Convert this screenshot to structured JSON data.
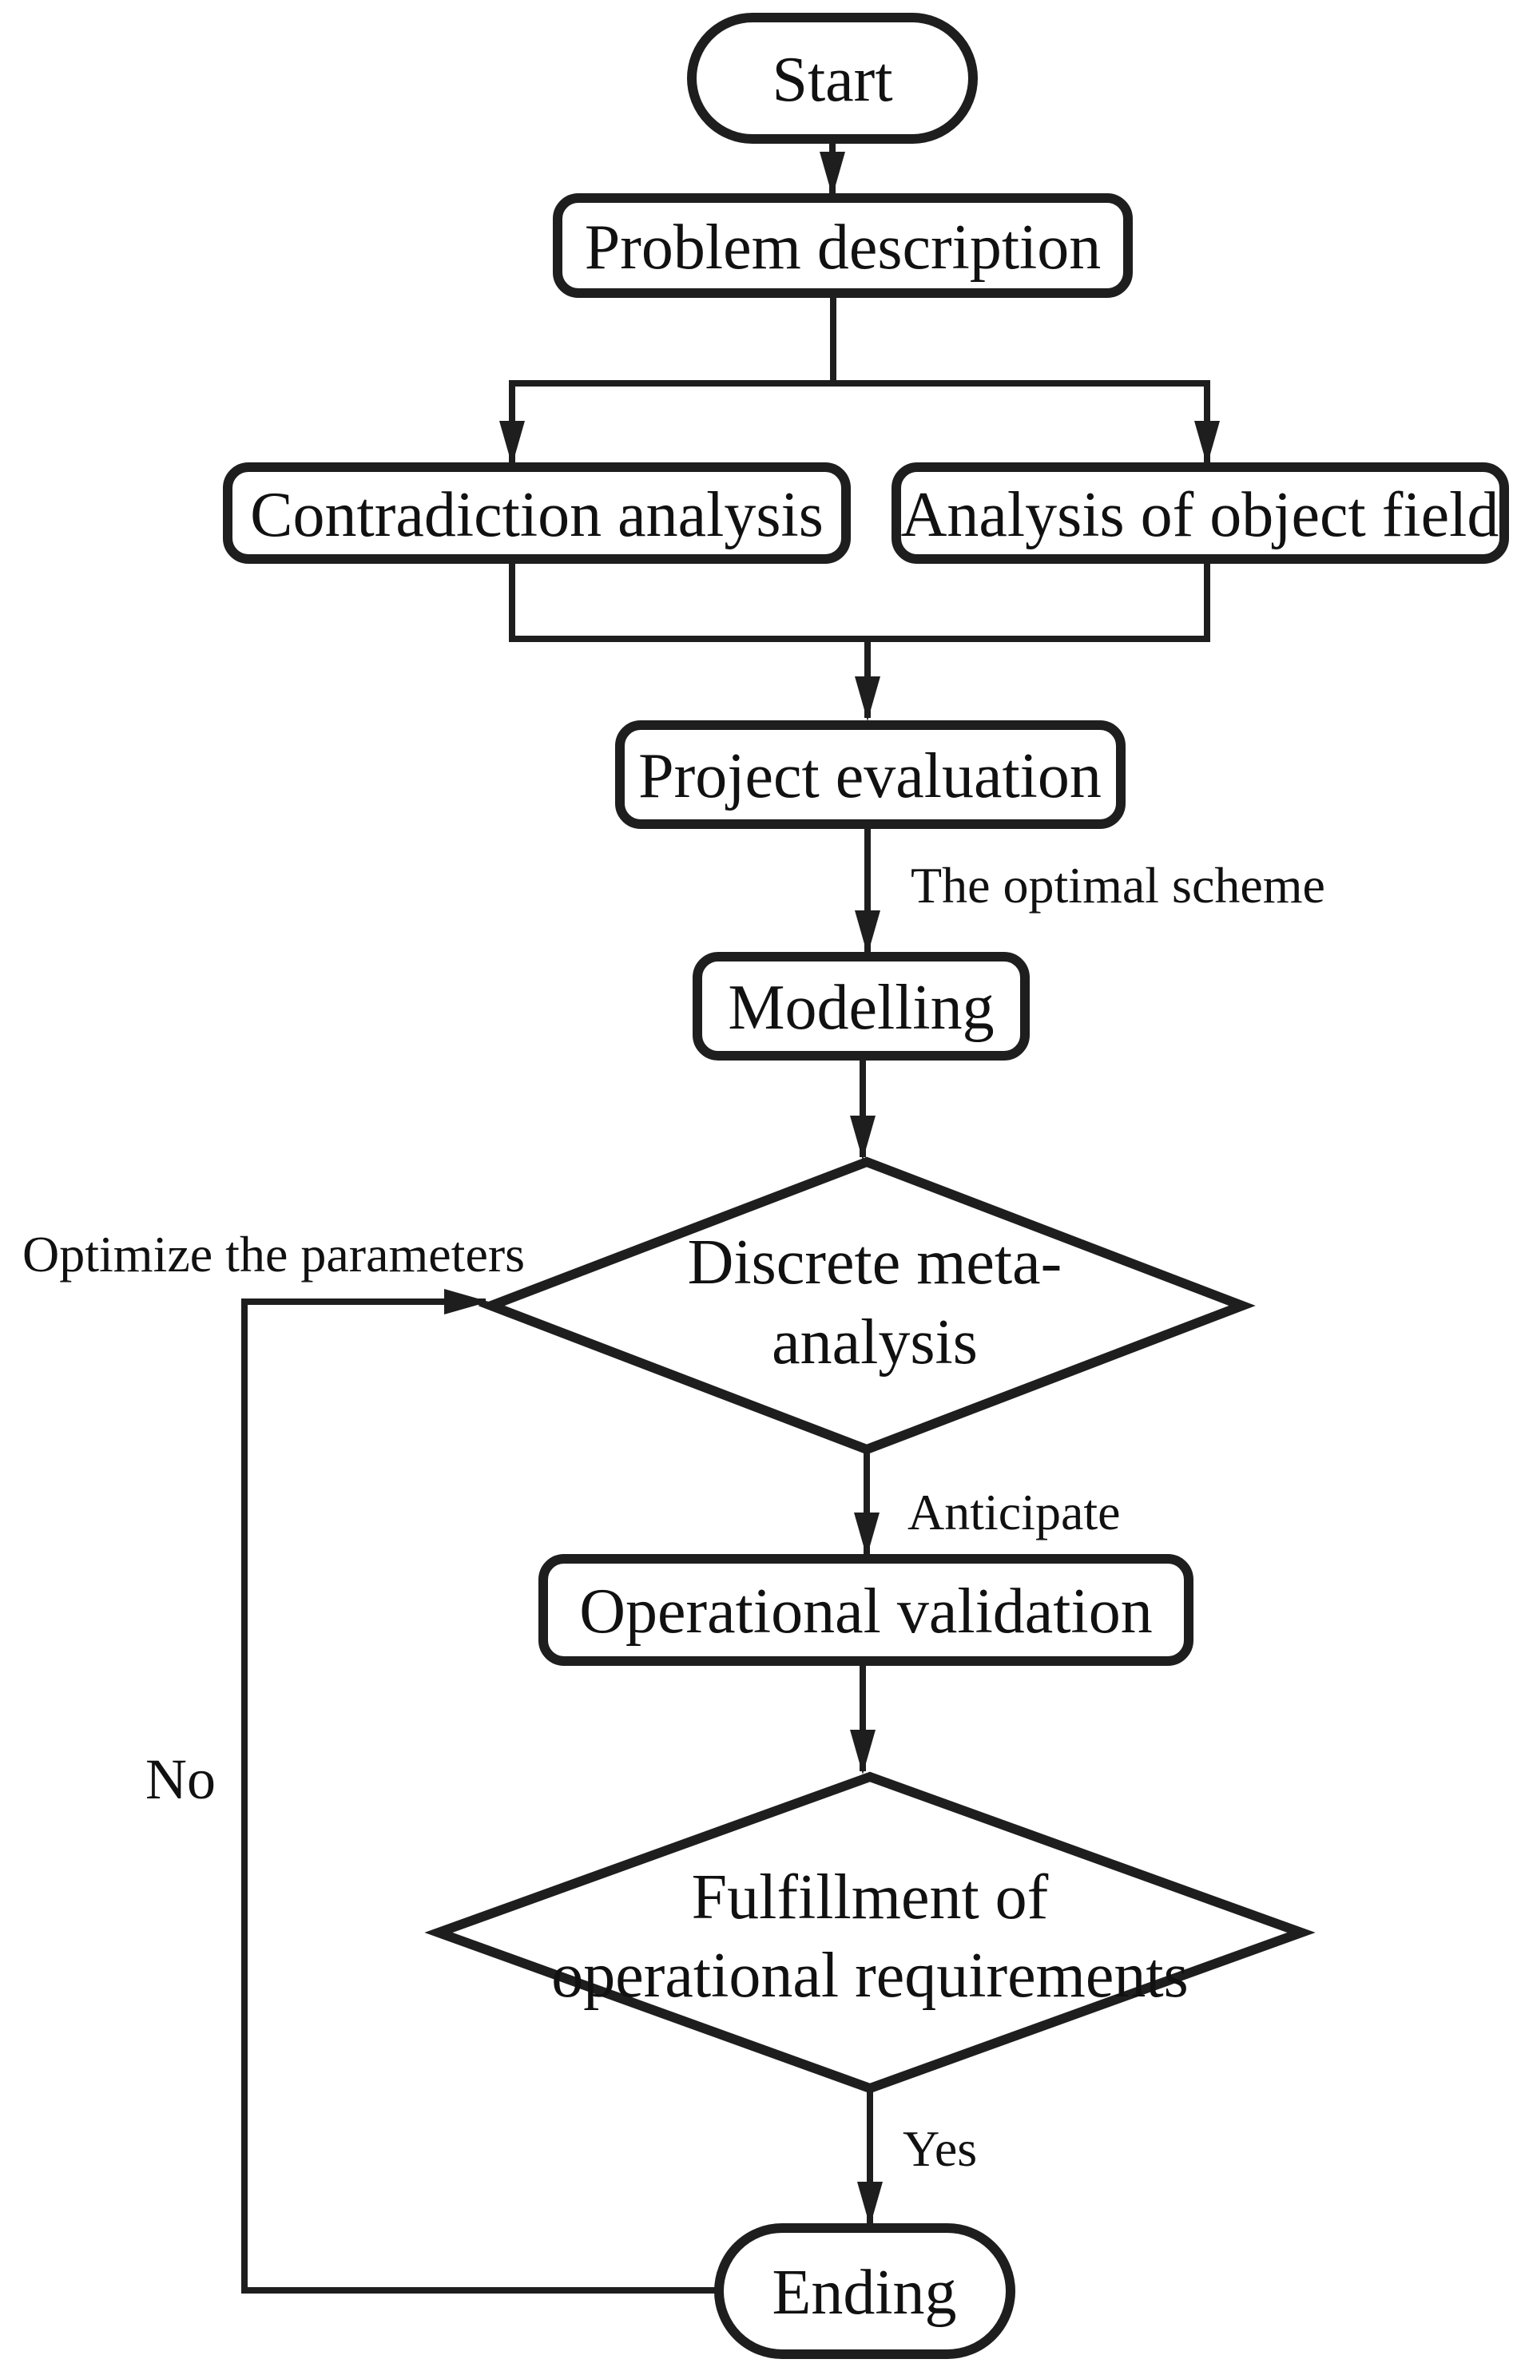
{
  "flowchart": {
    "colors": {
      "stroke": "#1e1e1e",
      "shape_fill": "#ffffff",
      "background": "#ffffff",
      "text": "#111111"
    },
    "nodes": {
      "start": {
        "type": "terminator",
        "label": "Start"
      },
      "problem_description": {
        "type": "process",
        "label": "Problem description"
      },
      "contradiction_analysis": {
        "type": "process",
        "label": "Contradiction analysis"
      },
      "analysis_of_object_field": {
        "type": "process",
        "label": "Analysis of object field"
      },
      "project_evaluation": {
        "type": "process",
        "label": "Project evaluation"
      },
      "modelling": {
        "type": "process",
        "label": "Modelling"
      },
      "discrete_meta_analysis": {
        "type": "decision",
        "line1": "Discrete meta-",
        "line2": "analysis"
      },
      "operational_validation": {
        "type": "process",
        "label": "Operational validation"
      },
      "fulfillment_check": {
        "type": "decision",
        "line1": "Fulfillment of",
        "line2": "operational requirements"
      },
      "ending": {
        "type": "terminator",
        "label": "Ending"
      }
    },
    "edge_labels": {
      "optimal_scheme": "The optimal scheme",
      "anticipate": "Anticipate",
      "yes": "Yes",
      "no": "No",
      "optimize_parameters": "Optimize the parameters"
    }
  }
}
